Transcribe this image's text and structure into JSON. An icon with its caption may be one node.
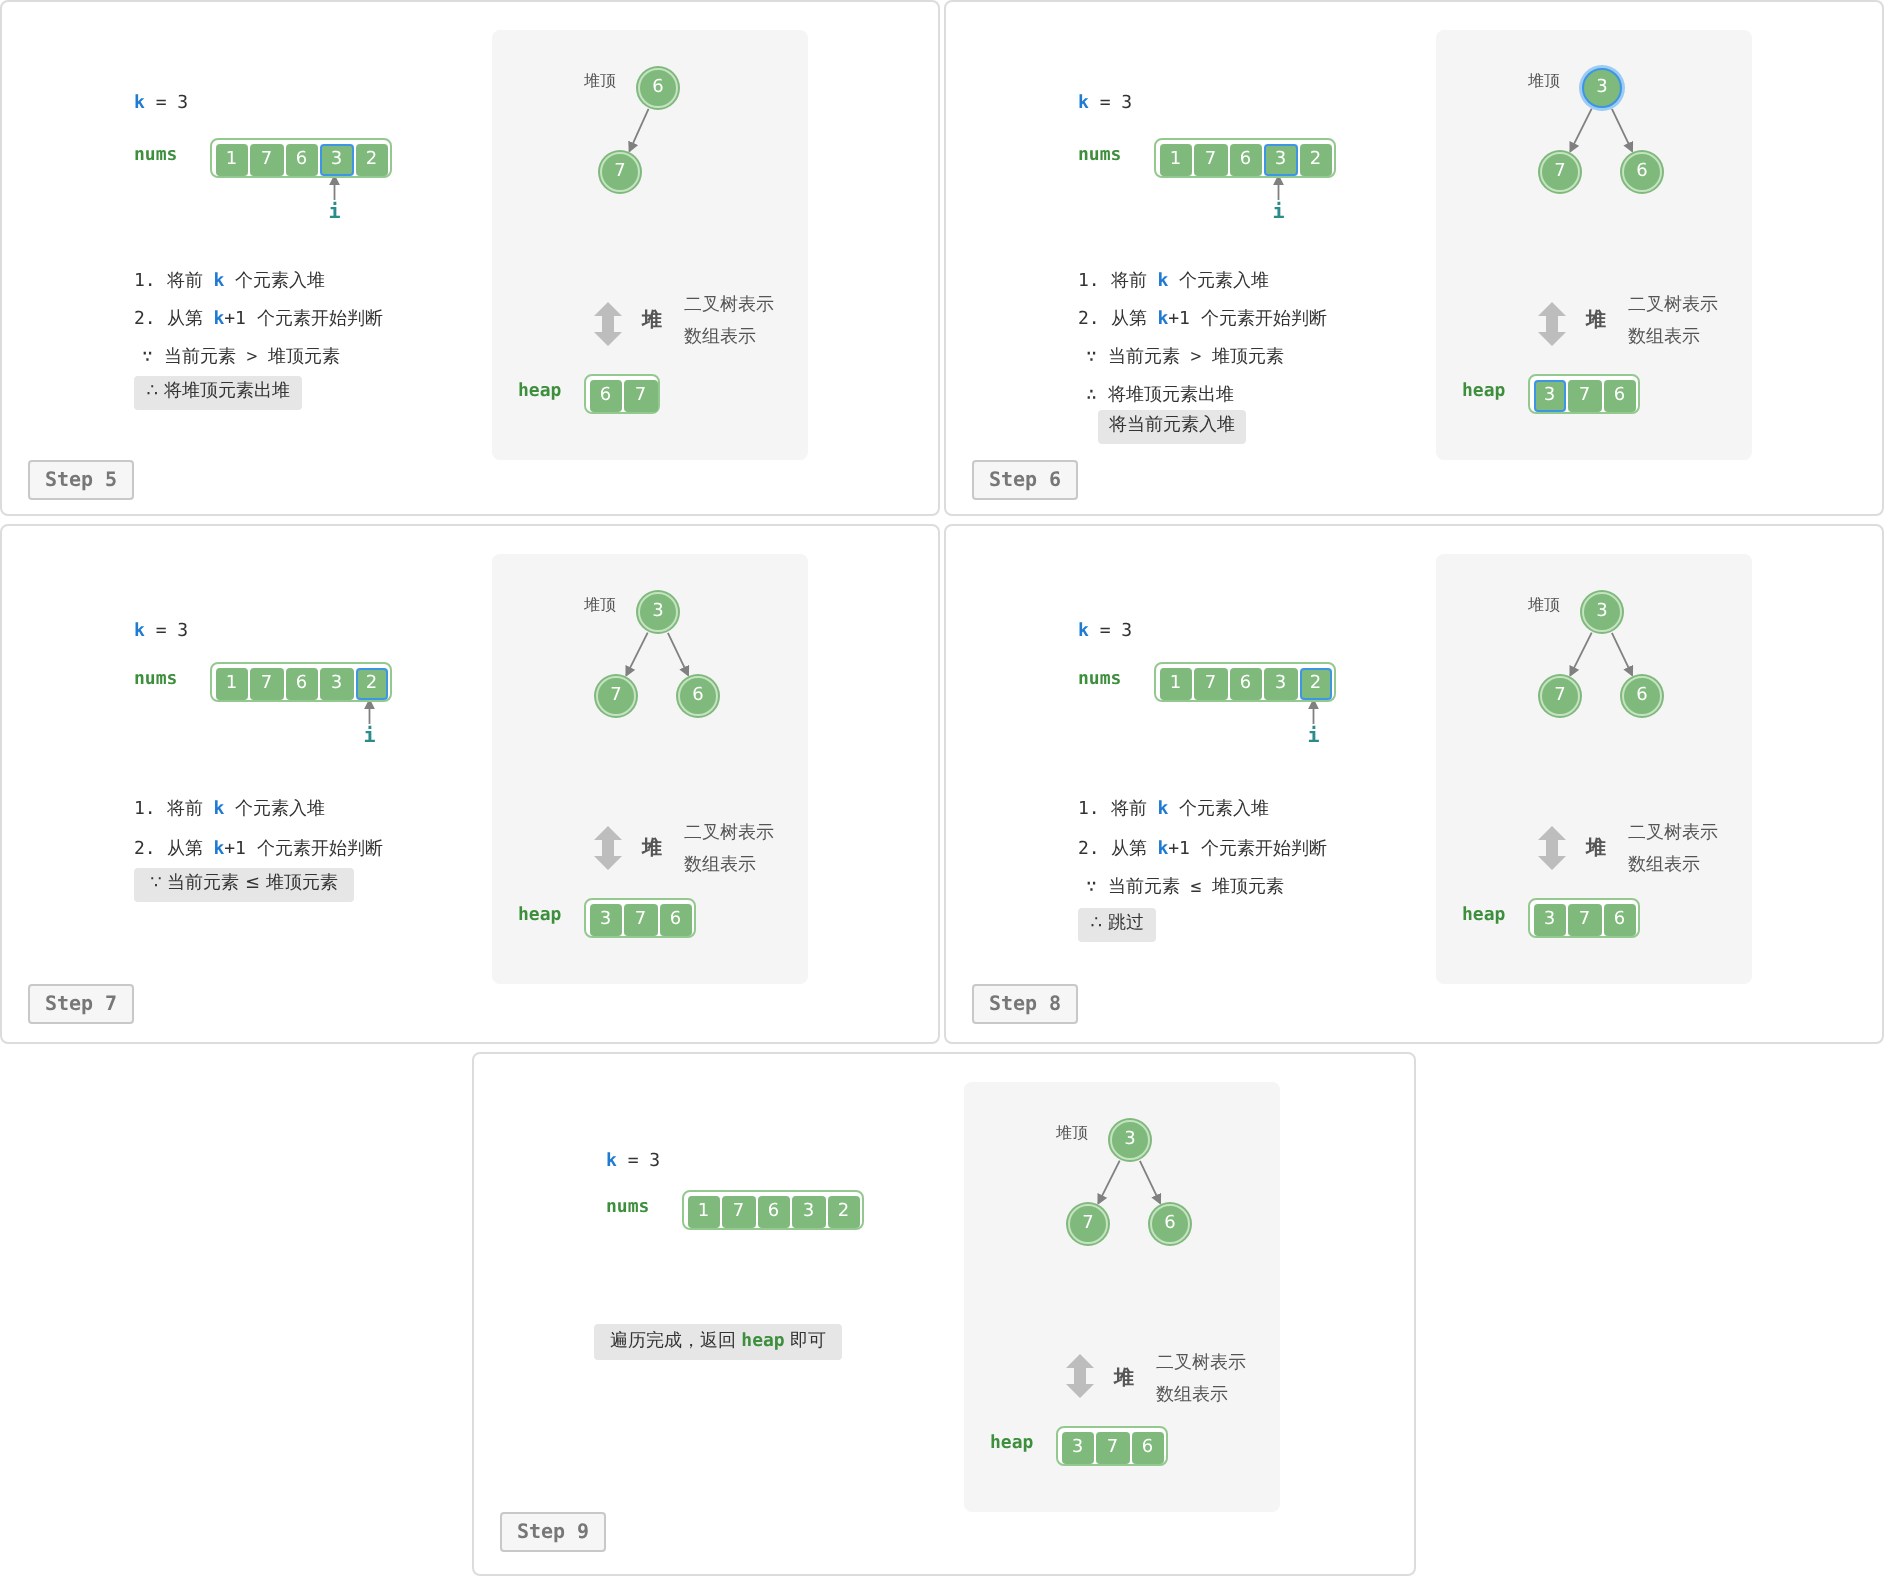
{
  "diagram": {
    "nodes": [
      {
        "text": [],
        "shape": "box"
      },
      {
        "text": [],
        "shape": "box",
        "in": 0,
        "beside": [
          "nums"
        ]
      },
      {
        "text": [
          "1"
        ],
        "in": 1
      },
      {
        "text": [
          "7"
        ],
        "in": 1
      },
      {
        "text": [
          "6"
        ],
        "in": 1
      },
      {
        "text": [
          "3"
        ],
        "in": 1
      },
      {
        "text": [
          "2"
        ],
        "in": 1
      },
      {
        "text": [
          "∴ 将堆顶元素出堆"
        ],
        "in": 0
      },
      {
        "text": [],
        "shape": "box",
        "in": 0
      },
      {
        "text": [
          "6"
        ],
        "in": 8,
        "beside": [
          "堆顶"
        ]
      },
      {
        "text": [
          "7"
        ],
        "in": 8
      },
      {
        "text": [],
        "shape": "box",
        "in": 8,
        "beside": [
          "heap"
        ]
      },
      {
        "text": [
          "6"
        ],
        "in": 11
      },
      {
        "text": [
          "7"
        ],
        "in": 11
      },
      {
        "text": [
          "Step 5"
        ],
        "in": 0
      },
      {
        "text": [],
        "shape": "box"
      },
      {
        "text": [],
        "shape": "box",
        "in": 15,
        "beside": [
          "nums"
        ]
      },
      {
        "text": [
          "1"
        ],
        "in": 16
      },
      {
        "text": [
          "7"
        ],
        "in": 16
      },
      {
        "text": [
          "6"
        ],
        "in": 16
      },
      {
        "text": [
          "3"
        ],
        "in": 16
      },
      {
        "text": [
          "2"
        ],
        "in": 16
      },
      {
        "text": [
          "将当前元素入堆"
        ],
        "in": 15
      },
      {
        "text": [],
        "shape": "box",
        "in": 15
      },
      {
        "text": [
          "3"
        ],
        "in": 23,
        "beside": [
          "堆顶"
        ]
      },
      {
        "text": [
          "7"
        ],
        "in": 23
      },
      {
        "text": [
          "6"
        ],
        "in": 23
      },
      {
        "text": [],
        "shape": "box",
        "in": 23,
        "beside": [
          "heap"
        ]
      },
      {
        "text": [
          "3"
        ],
        "in": 27
      },
      {
        "text": [
          "7"
        ],
        "in": 27
      },
      {
        "text": [
          "6"
        ],
        "in": 27
      },
      {
        "text": [
          "Step 6"
        ],
        "in": 15
      },
      {
        "text": [],
        "shape": "box"
      },
      {
        "text": [],
        "shape": "box",
        "in": 32,
        "beside": [
          "nums"
        ]
      },
      {
        "text": [
          "1"
        ],
        "in": 33
      },
      {
        "text": [
          "7"
        ],
        "in": 33
      },
      {
        "text": [
          "6"
        ],
        "in": 33
      },
      {
        "text": [
          "3"
        ],
        "in": 33
      },
      {
        "text": [
          "2"
        ],
        "in": 33
      },
      {
        "text": [
          "∵ 当前元素 ≤ 堆顶元素"
        ],
        "in": 32
      },
      {
        "text": [],
        "shape": "box",
        "in": 32
      },
      {
        "text": [
          "3"
        ],
        "in": 40,
        "beside": [
          "堆顶"
        ]
      },
      {
        "text": [
          "7"
        ],
        "in": 40
      },
      {
        "text": [
          "6"
        ],
        "in": 40
      },
      {
        "text": [],
        "shape": "box",
        "in": 40,
        "beside": [
          "heap"
        ]
      },
      {
        "text": [
          "3"
        ],
        "in": 44
      },
      {
        "text": [
          "7"
        ],
        "in": 44
      },
      {
        "text": [
          "6"
        ],
        "in": 44
      },
      {
        "text": [
          "Step 7"
        ],
        "in": 32
      },
      {
        "text": [],
        "shape": "box"
      },
      {
        "text": [],
        "shape": "box",
        "in": 49,
        "beside": [
          "nums"
        ]
      },
      {
        "text": [
          "1"
        ],
        "in": 50
      },
      {
        "text": [
          "7"
        ],
        "in": 50
      },
      {
        "text": [
          "6"
        ],
        "in": 50
      },
      {
        "text": [
          "3"
        ],
        "in": 50
      },
      {
        "text": [
          "2"
        ],
        "in": 50
      },
      {
        "text": [
          "∴ 跳过"
        ],
        "in": 49
      },
      {
        "text": [],
        "shape": "box",
        "in": 49
      },
      {
        "text": [
          "3"
        ],
        "in": 57,
        "beside": [
          "堆顶"
        ]
      },
      {
        "text": [
          "7"
        ],
        "in": 57
      },
      {
        "text": [
          "6"
        ],
        "in": 57
      },
      {
        "text": [],
        "shape": "box",
        "in": 57,
        "beside": [
          "heap"
        ]
      },
      {
        "text": [
          "3"
        ],
        "in": 61
      },
      {
        "text": [
          "7"
        ],
        "in": 61
      },
      {
        "text": [
          "6"
        ],
        "in": 61
      },
      {
        "text": [
          "Step 8"
        ],
        "in": 49
      },
      {
        "text": [],
        "shape": "box"
      },
      {
        "text": [],
        "shape": "box",
        "in": 66,
        "beside": [
          "nums"
        ]
      },
      {
        "text": [
          "1"
        ],
        "in": 67
      },
      {
        "text": [
          "7"
        ],
        "in": 67
      },
      {
        "text": [
          "6"
        ],
        "in": 67
      },
      {
        "text": [
          "3"
        ],
        "in": 67
      },
      {
        "text": [
          "2"
        ],
        "in": 67
      },
      {
        "text": [
          "遍历完成，返回 **heap** 即可"
        ],
        "in": 66
      },
      {
        "text": [],
        "shape": "box",
        "in": 66
      },
      {
        "text": [
          "3"
        ],
        "in": 74,
        "beside": [
          "堆顶"
        ]
      },
      {
        "text": [
          "7"
        ],
        "in": 74
      },
      {
        "text": [
          "6"
        ],
        "in": 74
      },
      {
        "text": [],
        "shape": "box",
        "in": 74,
        "beside": [
          "heap"
        ]
      },
      {
        "text": [
          "3"
        ],
        "in": 78
      },
      {
        "text": [
          "7"
        ],
        "in": 78
      },
      {
        "text": [
          "6"
        ],
        "in": 78
      },
      {
        "text": [
          "Step 9"
        ],
        "in": 66
      },
      {
        "text": [
          "i"
        ],
        "in": 0
      },
      {
        "text": [
          "i"
        ],
        "in": 15
      },
      {
        "text": [
          "i"
        ],
        "in": 32
      },
      {
        "text": [
          "i"
        ],
        "in": 49
      }
    ],
    "edges": [
      {
        "from": 9,
        "to": 10,
        "arrow": "to"
      },
      {
        "from": 24,
        "to": 25,
        "arrow": "to"
      },
      {
        "from": 24,
        "to": 26,
        "arrow": "to"
      },
      {
        "from": 41,
        "to": 42,
        "arrow": "to"
      },
      {
        "from": 41,
        "to": 43,
        "arrow": "to"
      },
      {
        "from": 58,
        "to": 59,
        "arrow": "to"
      },
      {
        "from": 58,
        "to": 60,
        "arrow": "to"
      },
      {
        "from": 75,
        "to": 76,
        "arrow": "to"
      },
      {
        "from": 75,
        "to": 77,
        "arrow": "to"
      },
      {
        "from": 83,
        "to": 5,
        "arrow": "to"
      },
      {
        "from": 84,
        "to": 20,
        "arrow": "to"
      },
      {
        "from": 85,
        "to": 38,
        "arrow": "to"
      },
      {
        "from": 86,
        "to": 55,
        "arrow": "to"
      }
    ],
    "labels": [
      "**k** = 3",
      "1. 将前 **k** 个元素入堆",
      "2. 从第 **k**+1 个元素开始判断",
      "∵ 当前元素 > 堆顶元素",
      "堆",
      "二叉树表示",
      "数组表示",
      "**k** = 3",
      "1. 将前 **k** 个元素入堆",
      "2. 从第 **k**+1 个元素开始判断",
      "∵ 当前元素 > 堆顶元素",
      "∴ 将堆顶元素出堆",
      "堆",
      "二叉树表示",
      "数组表示",
      "**k** = 3",
      "1. 将前 **k** 个元素入堆",
      "2. 从第 **k**+1 个元素开始判断",
      "堆",
      "二叉树表示",
      "数组表示",
      "**k** = 3",
      "1. 将前 **k** 个元素入堆",
      "2. 从第 **k**+1 个元素开始判断",
      "∵ 当前元素 ≤ 堆顶元素",
      "堆",
      "二叉树表示",
      "数组表示",
      "**k** = 3",
      "堆",
      "二叉树表示",
      "数组表示"
    ]
  }
}
